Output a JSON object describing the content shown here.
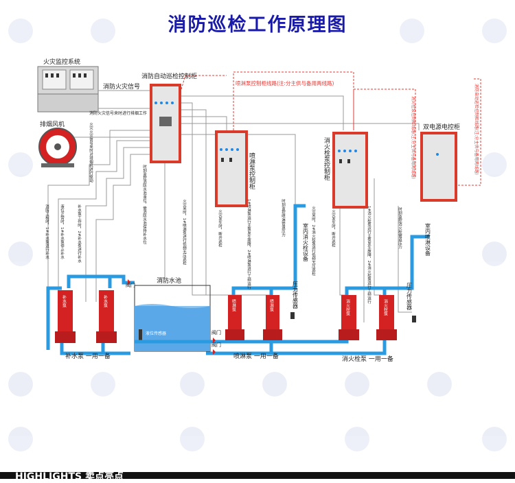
{
  "title": "消防巡检工作原理图",
  "colors": {
    "pipe": "#2a9be0",
    "pump_red": "#d42222",
    "cabinet_red": "#d93a2a",
    "line_gray": "#999999",
    "dash_red": "#e53935",
    "title_blue": "#1a1aa8",
    "water": "#5aa8e8"
  },
  "labels": {
    "fire_monitor": "火灾监控系统",
    "auto_cabinet": "消防自动巡检控制柜",
    "fire_signal": "消防火灾信号",
    "fire_signal_exhaust": "消防火灾信号来时进行排烟工作",
    "exhaust_fan": "排烟风机",
    "spray_cabinet_line": "喷淋泵控制柜线路(注:分主供与备用两线路)",
    "hydrant_cabinet_line": "消火栓泵控制柜线路(注:分主供与备用两线路)",
    "auto_cabinet_line": "消防自动巡检控制柜线路(注:分主供与备用两线路)",
    "spray_cabinet": "喷淋泵控制柜",
    "hydrant_cabinet": "消火栓泵控制柜",
    "dual_power": "双电源电控柜",
    "pool": "消防水池",
    "level_sensor": "液位传感器",
    "valve": "阀门",
    "pressure_sensor": "压力传感器",
    "indoor_hydrant": "室内消火栓设备",
    "indoor_spray": "室内喷淋设备",
    "refill_group": "补水泵 一用一备",
    "spray_group": "喷淋泵 一用一备",
    "hydrant_group": "消火栓泵 一用一备",
    "refill_pump_label": "补水泵",
    "spray_pump_label": "喷淋泵",
    "hydrant_pump_label": "消火栓泵",
    "v_fire_signal": "火灾火灾信号来时对排烟机进行驱动",
    "v_fire_pump": "消防工程时，1#补水泵进行补水",
    "v_level": "液位正常时，1#补水泵停止补水",
    "v_refill": "补水泵工作时，2#补水泵进行补水",
    "v_monitor": "时刻监控消防水池液位，使消防水池保持补水位",
    "v_spray1": "火灾来时，1#喷淋泵进行低频无压巡检",
    "v_spray2": "火灾发生时，断开巡检",
    "v_spray3": "1#喷淋泵运行主泵发生故障，2#喷淋泵进行工频运行",
    "v_spray4": "时刻监控喷淋管道压力",
    "v_hyd1": "火灾来时，2#消火栓泵进行低频无压巡检",
    "v_hyd2": "火灾发生时，断开巡检",
    "v_hyd3": "1#消火栓泵运行主泵发生故障，2#消火栓泵进行工频运行",
    "v_hyd4": "时刻监控消火栓管道压力",
    "bottom": "HIGHLIGHTS 卖点亮点"
  }
}
